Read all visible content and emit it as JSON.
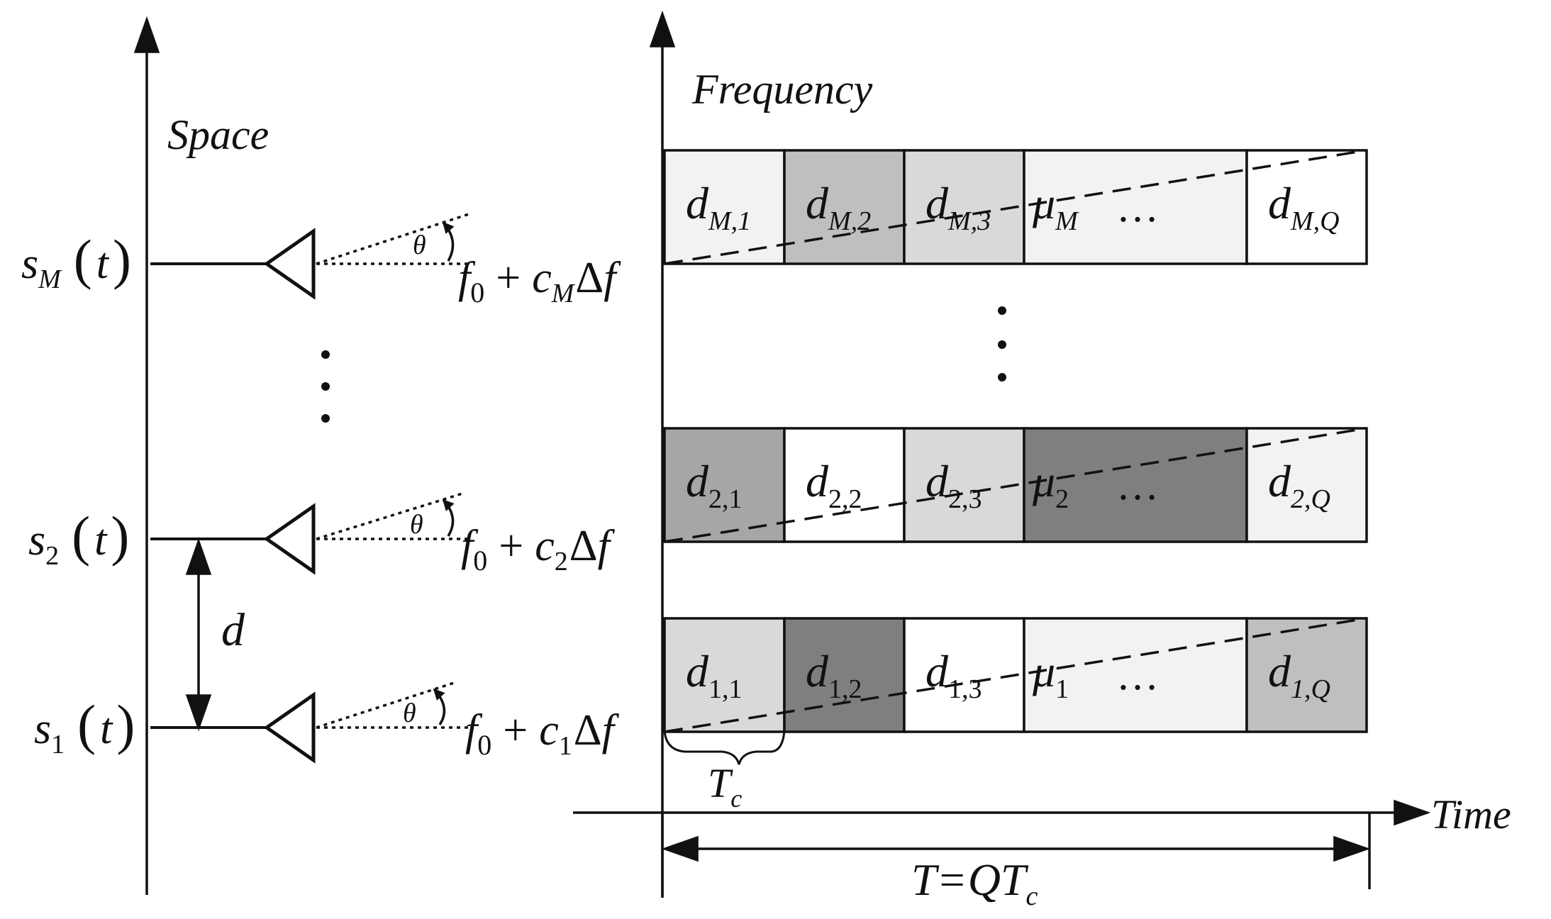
{
  "axes": {
    "space": "Space",
    "frequency": "Frequency",
    "time": "Time"
  },
  "spacing_label": "d",
  "angle_label": "θ",
  "period_label": {
    "main": "T",
    "sub": "c"
  },
  "total_duration": {
    "main": "T",
    "equals": "=",
    "q": "Q",
    "t": "T",
    "sub": "c"
  },
  "signals": [
    {
      "s_main": "s",
      "s_sub": "M",
      "t_open": "(",
      "t_var": "t",
      "t_close": ")",
      "f_main": "f",
      "f_sub": "0",
      "plus": "+",
      "c_main": "c",
      "c_sub": "M",
      "delta": "Δ",
      "f_end": "f"
    },
    {
      "s_main": "s",
      "s_sub": "2",
      "t_open": "(",
      "t_var": "t",
      "t_close": ")",
      "f_main": "f",
      "f_sub": "0",
      "plus": "+",
      "c_main": "c",
      "c_sub": "2",
      "delta": "Δ",
      "f_end": "f"
    },
    {
      "s_main": "s",
      "s_sub": "1",
      "t_open": "(",
      "t_var": "t",
      "t_close": ")",
      "f_main": "f",
      "f_sub": "0",
      "plus": "+",
      "c_main": "c",
      "c_sub": "1",
      "delta": "Δ",
      "f_end": "f"
    }
  ],
  "rows": [
    {
      "cells": [
        {
          "main": "d",
          "sub": "M,1",
          "fill": "#f2f2f2"
        },
        {
          "main": "d",
          "sub": "M,2",
          "fill": "#bfbfbf"
        },
        {
          "main": "d",
          "sub": "M,3",
          "fill": "#d9d9d9"
        },
        {
          "main": "μ",
          "sub": "M",
          "ellipsis": "…",
          "fill": "#f2f2f2"
        },
        {
          "main": "d",
          "sub": "M,Q",
          "fill": "#ffffff"
        }
      ]
    },
    {
      "cells": [
        {
          "main": "d",
          "sub": "2,1",
          "fill": "#a6a6a6"
        },
        {
          "main": "d",
          "sub": "2,2",
          "fill": "#ffffff"
        },
        {
          "main": "d",
          "sub": "2,3",
          "fill": "#d9d9d9"
        },
        {
          "main": "μ",
          "sub": "2",
          "ellipsis": "…",
          "fill": "#7f7f7f"
        },
        {
          "main": "d",
          "sub": "2,Q",
          "fill": "#f2f2f2"
        }
      ]
    },
    {
      "cells": [
        {
          "main": "d",
          "sub": "1,1",
          "fill": "#d9d9d9"
        },
        {
          "main": "d",
          "sub": "1,2",
          "fill": "#7f7f7f"
        },
        {
          "main": "d",
          "sub": "1,3",
          "fill": "#ffffff"
        },
        {
          "main": "μ",
          "sub": "1",
          "ellipsis": "…",
          "fill": "#f2f2f2"
        },
        {
          "main": "d",
          "sub": "1,Q",
          "fill": "#bfbfbf"
        }
      ]
    }
  ]
}
